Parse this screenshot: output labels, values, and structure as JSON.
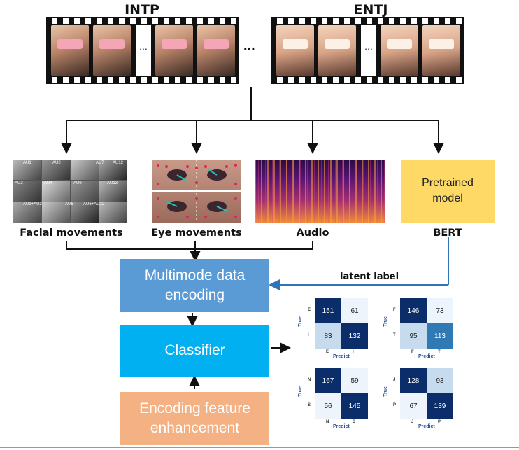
{
  "top": {
    "left_label": "INTP",
    "right_label": "ENTJ",
    "frame_ellipsis": "...",
    "between_ellipsis": "..."
  },
  "modalities": [
    {
      "caption": "Facial movements",
      "icon": "face-grid-image"
    },
    {
      "caption": "Eye movements",
      "icon": "eye-landmarks-image"
    },
    {
      "caption": "Audio",
      "icon": "spectrogram-image"
    },
    {
      "caption": "BERT",
      "icon": "pretrained-model-box"
    }
  ],
  "pretrained_box": "Pretrained model",
  "au_labels": [
    "AU1",
    "AU2",
    "AU7",
    "AU12",
    "AU2",
    "AU4",
    "AU9",
    "AU13",
    "AU1+AU2",
    "AU6",
    "AU6+AU12"
  ],
  "blocks": {
    "encoding": "Multimode data encoding",
    "classifier": "Classifier",
    "enhancement": "Encoding feature enhancement"
  },
  "latent_label": "latent label",
  "colors": {
    "encoding": "#5b9bd5",
    "classifier": "#00b0f0",
    "enhancement": "#f4b183",
    "pretrained": "#ffd966",
    "cm_dark": "#0b2e6b",
    "cm_mid": "#2f79b5",
    "cm_light": "#c7dbef",
    "cm_lightest": "#eef4fb"
  },
  "confusion_matrices": [
    {
      "row_labels": [
        "E",
        "I"
      ],
      "col_labels": [
        "E",
        "I"
      ],
      "values": [
        [
          151,
          61
        ],
        [
          83,
          132
        ]
      ],
      "ytitle": "True",
      "xtitle": "Predict"
    },
    {
      "row_labels": [
        "F",
        "T"
      ],
      "col_labels": [
        "F",
        "T"
      ],
      "values": [
        [
          146,
          73
        ],
        [
          95,
          113
        ]
      ],
      "ytitle": "True",
      "xtitle": "Predict"
    },
    {
      "row_labels": [
        "N",
        "S"
      ],
      "col_labels": [
        "N",
        "S"
      ],
      "values": [
        [
          167,
          59
        ],
        [
          56,
          145
        ]
      ],
      "ytitle": "True",
      "xtitle": "Predict"
    },
    {
      "row_labels": [
        "J",
        "P"
      ],
      "col_labels": [
        "J",
        "P"
      ],
      "values": [
        [
          128,
          93
        ],
        [
          67,
          139
        ]
      ],
      "ytitle": "True",
      "xtitle": "Predict"
    }
  ]
}
